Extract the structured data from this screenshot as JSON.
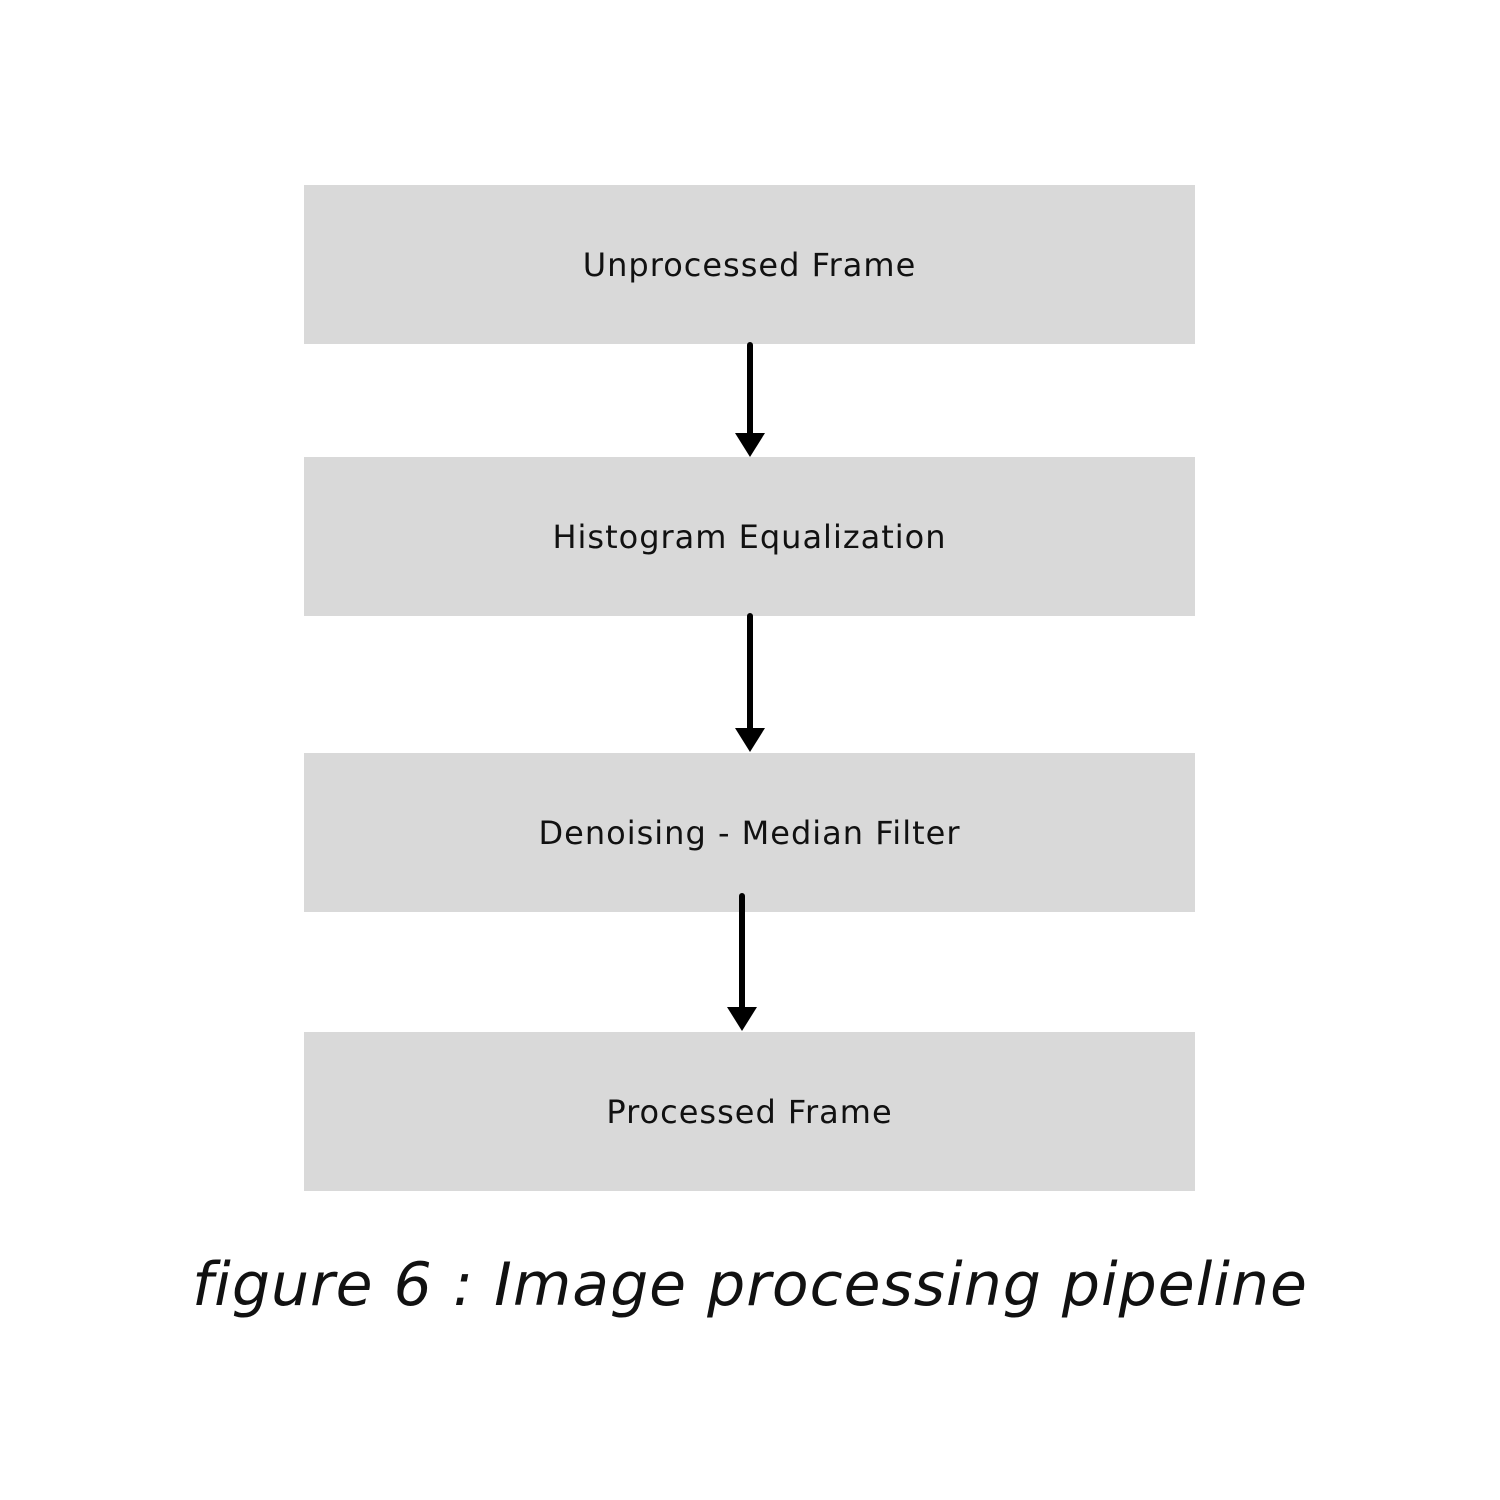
{
  "colors": {
    "box_fill": "#d9d9d9",
    "arrow": "#000000",
    "text": "#111111",
    "background": "#ffffff"
  },
  "diagram": {
    "steps": [
      {
        "label": "Unprocessed Frame"
      },
      {
        "label": "Histogram Equalization"
      },
      {
        "label": "Denoising - Median Filter"
      },
      {
        "label": "Processed Frame"
      }
    ],
    "edges": [
      {
        "from": 0,
        "to": 1
      },
      {
        "from": 1,
        "to": 2
      },
      {
        "from": 2,
        "to": 3
      }
    ]
  },
  "caption": "figure 6 : Image processing pipeline"
}
